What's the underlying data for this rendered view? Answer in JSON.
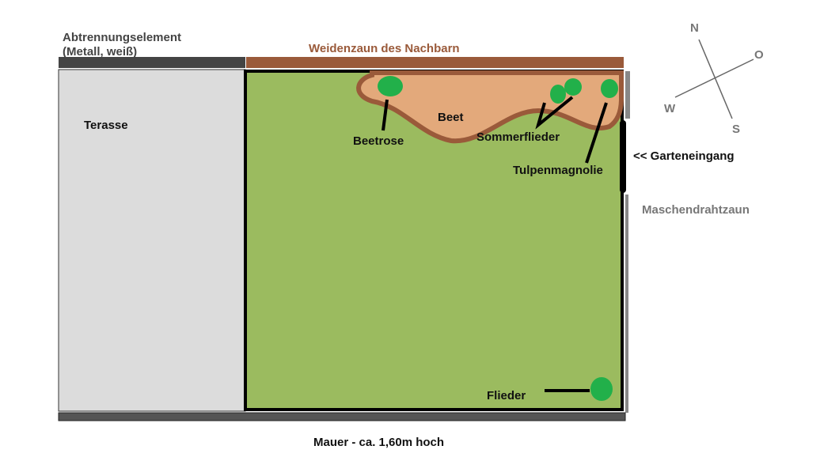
{
  "labels": {
    "divider": "Abtrennungselement",
    "divider_sub": "(Metall, weiß)",
    "neighbor_fence": "Weidenzaun des Nachbarn",
    "terrace": "Terasse",
    "bed": "Beet",
    "bed_rose": "Beetrose",
    "butterfly_bush": "Sommerflieder",
    "tulip_magnolia": "Tulpenmagnolie",
    "entrance": "<< Garteneingang",
    "wire_fence": "Maschendrahtzaun",
    "lilac": "Flieder",
    "wall": "Mauer - ca. 1,60m hoch"
  },
  "compass": {
    "n": "N",
    "o": "O",
    "s": "S",
    "w": "W"
  },
  "colors": {
    "lawn": "#9bbb5f",
    "bed": "#e3a97b",
    "bed_edge": "#9a5a3a",
    "plant": "#22b04a",
    "terrace": "#dcdcdc",
    "fence": "#9a5a3a",
    "divider": "#444444"
  }
}
